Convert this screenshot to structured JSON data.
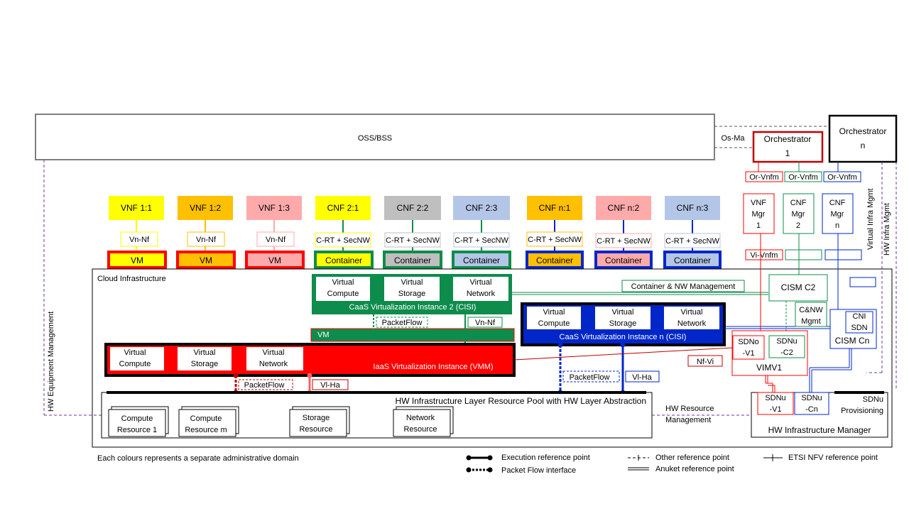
{
  "top": {
    "oss": "OSS/BSS",
    "os_ma": "Os-Ma",
    "orch1": [
      "Orchestrator",
      "1"
    ],
    "orchn": [
      "Orchestrator",
      "n"
    ]
  },
  "or_vnfm": [
    "Or-Vnfm",
    "Or-Vnfm",
    "Or-Vnfm"
  ],
  "managers": {
    "vnf_mgr": [
      "VNF",
      "Mgr",
      "1"
    ],
    "cnf_mgr2": [
      "CNF",
      "Mgr",
      "2"
    ],
    "cnf_mgrn": [
      "CNF",
      "Mgr",
      "n"
    ],
    "vi_vnfm": "Vi-Vnfm"
  },
  "side": {
    "virtual_infra_mgmt": "Virtual Infra Mgmt",
    "hw_infra_mgmt": "HW Infra Mgmt",
    "hw_equipment_mgmt": "HW Equipment Management"
  },
  "workloads": [
    {
      "name": "VNF 1:1",
      "iface": "Vn-Nf",
      "base": "VM"
    },
    {
      "name": "VNF 1:2",
      "iface": "Vn-Nf",
      "base": "VM"
    },
    {
      "name": "VNF 1:3",
      "iface": "Vn-Nf",
      "base": "VM"
    },
    {
      "name": "CNF 2:1",
      "iface": "C-RT + SecNW",
      "base": "Container"
    },
    {
      "name": "CNF 2:2",
      "iface": "C-RT + SecNW",
      "base": "Container"
    },
    {
      "name": "CNF 2:3",
      "iface": "C-RT + SecNW",
      "base": "Container"
    },
    {
      "name": "CNF n:1",
      "iface": "C-RT + SecNW",
      "base": "Container"
    },
    {
      "name": "CNF n:2",
      "iface": "C-RT + SecNW",
      "base": "Container"
    },
    {
      "name": "CNF n:3",
      "iface": "C-RT + SecNW",
      "base": "Container"
    }
  ],
  "cloud": {
    "title": "Cloud  Infrastructure",
    "container_nw_mgmt": "Container & NW  Management",
    "caas2": {
      "compute": [
        "Virtual",
        "Compute"
      ],
      "storage": [
        "Virtual",
        "Storage"
      ],
      "network": [
        "Virtual",
        "Network"
      ],
      "label": "CaaS Virtualization Instance 2 (CISI)",
      "vm": "VM",
      "packetflow": "PacketFlow",
      "vn_nf": "Vn-Nf"
    },
    "caasn": {
      "compute": [
        "Virtual",
        "Compute"
      ],
      "storage": [
        "Virtual",
        "Storage"
      ],
      "network": [
        "Virtual",
        "Network"
      ],
      "label": "CaaS Virtualization Instance n (CISI)",
      "packetflow": "PacketFlow",
      "vi_ha": "Vl-Ha"
    },
    "iaas": {
      "compute": [
        "Virtual",
        "Compute"
      ],
      "storage": [
        "Virtual",
        "Storage"
      ],
      "network": [
        "Virtual",
        "Network"
      ],
      "label": "IaaS Virtualization Instance (VMM)",
      "packetflow": "PacketFlow",
      "vi_ha": "Vl-Ha"
    },
    "cism_c2": "CISM C2",
    "cnw_mgmt": [
      "C&NW",
      "Mgmt"
    ],
    "cni_sdn": [
      "CNI",
      "SDN"
    ],
    "cism_cn": "CISM Cn",
    "sdno_v1": [
      "SDNo",
      "-V1"
    ],
    "sdnu_c2": [
      "SDNu",
      "-C2"
    ],
    "vimv1": "VIMV1",
    "nf_vi": "Nf-Vi",
    "hw_layer": "HW Infrastructure Layer Resource Pool with HW Layer Abstraction",
    "resources": [
      [
        "Compute",
        "Resource 1"
      ],
      [
        "Compute",
        "Resource m"
      ],
      [
        "Storage",
        "Resource"
      ],
      [
        "Network",
        "Resource"
      ]
    ],
    "hw_res_mgmt": [
      "HW Resource",
      "Management"
    ],
    "hw_infra_manager": "HW Infrastructure Manager",
    "sdnu_v1": [
      "SDNu",
      "-V1"
    ],
    "sdnu_cn": [
      "SDNu",
      "-Cn"
    ],
    "sdnu_prov": [
      "SDNu",
      "Provisioning"
    ]
  },
  "legend": {
    "note": "Each colours represents a separate administrative domain",
    "execution": "Execution reference point",
    "packet_flow": "Packet Flow interface",
    "other": "Other reference point",
    "anuket": "Anuket reference point",
    "etsi": "ETSI NFV reference point"
  },
  "colors": {
    "yellow": "#ffff00",
    "orange": "#ffc000",
    "pink": "#ffaaaa",
    "grey": "#bfbfbf",
    "lightblue": "#b4c6e7",
    "green": "#0e8c4b",
    "blue": "#0026c9",
    "red": "#ff0000",
    "darkred": "#c00000"
  }
}
